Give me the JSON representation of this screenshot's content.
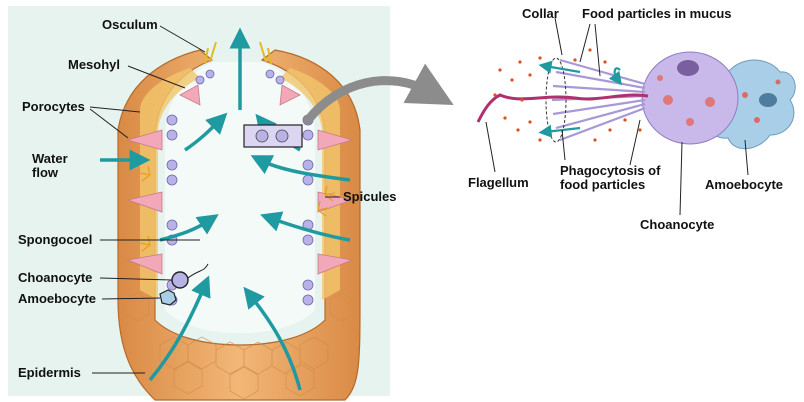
{
  "colors": {
    "panel_bg": "#e6f3ee",
    "body_wall": "#e9a35f",
    "body_wall_dark": "#c87a3a",
    "spongocoel": "#f4faf8",
    "water_arrow": "#1f9aa0",
    "choanocyte": "#b9b2e6",
    "mesohyl": "#f3c66b",
    "porocyte": "#f2a8b8",
    "flagellum": "#b0306e",
    "choanocyte_cell": "#c9b8ea",
    "amoebocyte_cell": "#a9cfe8",
    "pointer_arrow": "#8c8c8c"
  },
  "labels": {
    "osculum": "Osculum",
    "mesohyl": "Mesohyl",
    "porocytes": "Porocytes",
    "water_flow": "Water flow",
    "spongocoel": "Spongocoel",
    "choanocyte_left": "Choanocyte",
    "amoebocyte_left": "Amoebocyte",
    "epidermis": "Epidermis",
    "spicules": "Spicules",
    "collar": "Collar",
    "food_particles": "Food particles in mucus",
    "flagellum": "Flagellum",
    "phagocytosis": "Phagocytosis of food particles",
    "choanocyte_right": "Choanocyte",
    "amoebocyte_right": "Amoebocyte"
  }
}
